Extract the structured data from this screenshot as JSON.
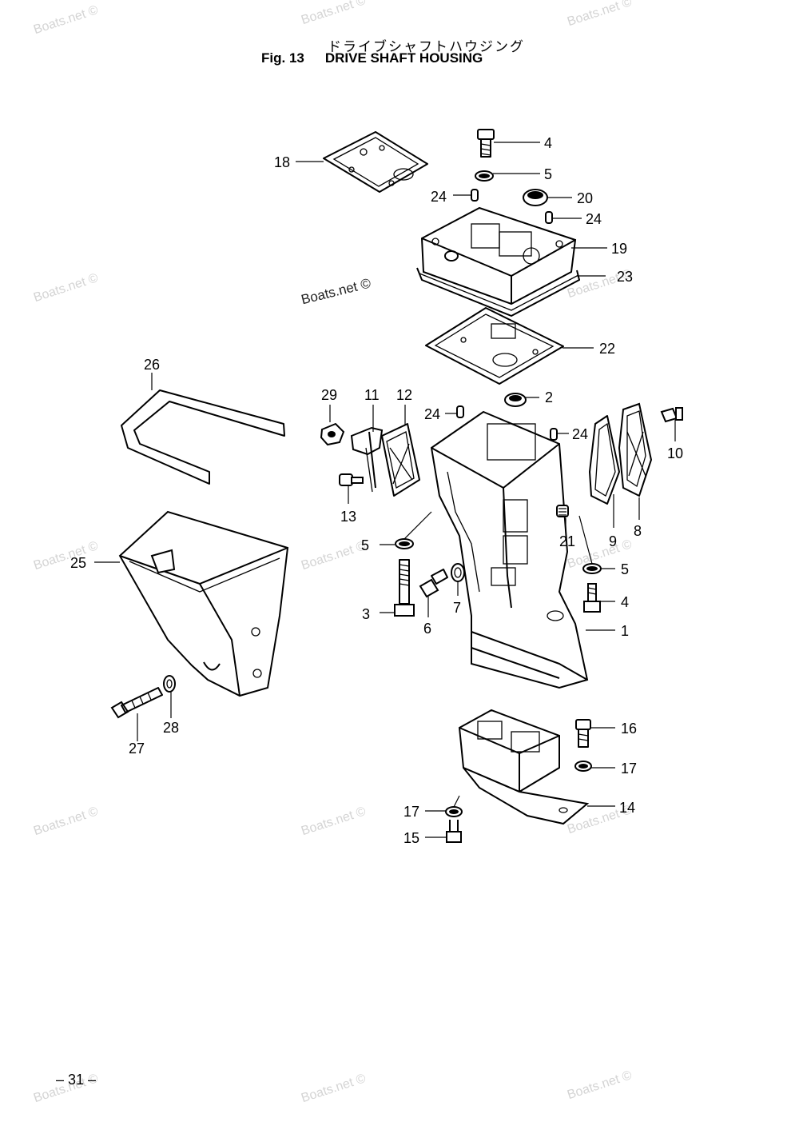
{
  "header": {
    "title_jp": "ドライブシャフトハウジング",
    "fig_label": "Fig. 13",
    "title_en": "DRIVE SHAFT HOUSING"
  },
  "page_number": "– 31 –",
  "watermark": "Boats.net ©",
  "callouts": [
    "1",
    "2",
    "3",
    "4",
    "4",
    "5",
    "5",
    "5",
    "6",
    "7",
    "8",
    "9",
    "10",
    "11",
    "12",
    "13",
    "14",
    "15",
    "16",
    "17",
    "17",
    "18",
    "19",
    "20",
    "21",
    "22",
    "23",
    "24",
    "24",
    "24",
    "24",
    "25",
    "26",
    "27",
    "28",
    "29"
  ]
}
